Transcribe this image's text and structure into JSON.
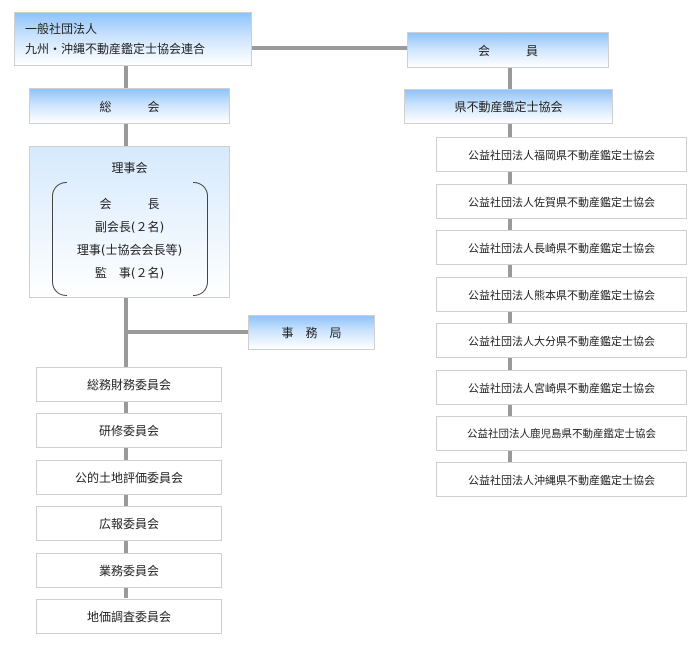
{
  "organization": {
    "line1": "一般社団法人",
    "line2": "九州・沖縄不動産鑑定士協会連合"
  },
  "general_assembly": "総　　　会",
  "board": {
    "title": "理事会",
    "members": [
      "会　　　長",
      "副会長(２名)",
      "理事(士協会会長等)",
      "監　事(２名)"
    ]
  },
  "secretariat": "事　務　局",
  "committees": [
    "総務財務委員会",
    "研修委員会",
    "公的土地評価委員会",
    "広報委員会",
    "業務委員会",
    "地価調査委員会"
  ],
  "members_label": "会　　　員",
  "prefectural_label": "県不動産鑑定士協会",
  "prefectural_associations": [
    "公益社団法人福岡県不動産鑑定士協会",
    "公益社団法人佐賀県不動産鑑定士協会",
    "公益社団法人長崎県不動産鑑定士協会",
    "公益社団法人熊本県不動産鑑定士協会",
    "公益社団法人大分県不動産鑑定士協会",
    "公益社団法人宮崎県不動産鑑定士協会",
    "公益社団法人鹿児島県不動産鑑定士協会",
    "公益社団法人沖縄県不動産鑑定士協会"
  ]
}
